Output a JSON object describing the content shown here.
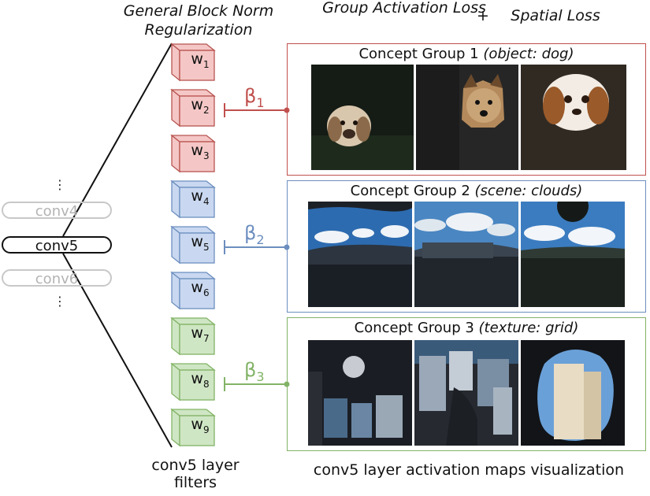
{
  "headers": {
    "regularization": "General Block Norm Regularization",
    "group_loss": "Group Activation Loss",
    "plus": "+",
    "spatial_loss": "Spatial Loss"
  },
  "layers": {
    "conv4": "conv4",
    "conv5": "conv5",
    "conv6": "conv6",
    "dots": "⋮"
  },
  "filters": [
    {
      "name": "w",
      "sub": "1",
      "group": 1
    },
    {
      "name": "w",
      "sub": "2",
      "group": 1
    },
    {
      "name": "w",
      "sub": "3",
      "group": 1
    },
    {
      "name": "w",
      "sub": "4",
      "group": 2
    },
    {
      "name": "w",
      "sub": "5",
      "group": 2
    },
    {
      "name": "w",
      "sub": "6",
      "group": 2
    },
    {
      "name": "w",
      "sub": "7",
      "group": 3
    },
    {
      "name": "w",
      "sub": "8",
      "group": 3
    },
    {
      "name": "w",
      "sub": "9",
      "group": 3
    }
  ],
  "groups": [
    {
      "title": "Concept Group 1",
      "detail": "(object: dog)",
      "beta": "β",
      "beta_sub": "1",
      "color": "#c0504d",
      "fill": "#f4c7c6",
      "dark": "#b85450"
    },
    {
      "title": "Concept Group 2",
      "detail": "(scene: clouds)",
      "beta": "β",
      "beta_sub": "2",
      "color": "#6c8ebf",
      "fill": "#c9d8f0",
      "dark": "#6c8ebf"
    },
    {
      "title": "Concept Group 3",
      "detail": "(texture: grid)",
      "beta": "β",
      "beta_sub": "3",
      "color": "#82b366",
      "fill": "#cfe6c4",
      "dark": "#82b366"
    }
  ],
  "captions": {
    "filters": "conv5 layer filters",
    "maps": "conv5 layer activation maps visualization"
  },
  "colors": {
    "group1": "#c0504d",
    "group2": "#6c8ebf",
    "group3": "#82b366"
  }
}
